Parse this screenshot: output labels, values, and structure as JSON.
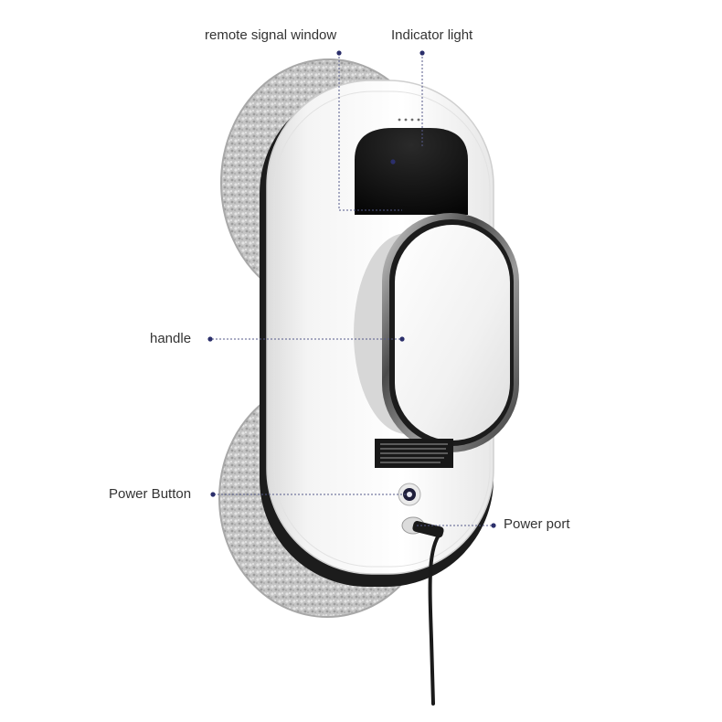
{
  "callouts": {
    "remote_signal_window": "remote signal window",
    "indicator_light": "Indicator light",
    "handle": "handle",
    "power_button": "Power Button",
    "power_port": "Power port"
  },
  "colors": {
    "leader_dot": "#2b2f6b",
    "leader_line": "#555a8a",
    "body_white": "#f7f7f7",
    "pad_gray": "#b9b9b9",
    "window_black": "#0e0e0e",
    "chrome": "#6b6b6b",
    "cable": "#1a1a1a"
  },
  "icons": {
    "power_button": "power-button-icon",
    "power_port": "power-port-icon"
  }
}
